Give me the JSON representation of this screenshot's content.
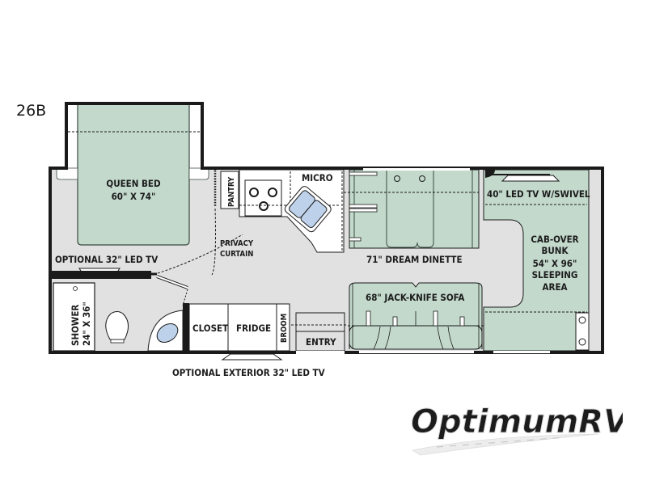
{
  "model": "26B",
  "colors": {
    "wall": "#1a1a1a",
    "floor": "#e1e1e1",
    "furniture": "#c3d9cc",
    "furniture_stroke": "#3a4a40",
    "fixture": "#ffffff",
    "sink": "#bdd1ea",
    "watermark": "#e9e9e9"
  },
  "labels": {
    "queen_bed": "QUEEN BED",
    "queen_bed_size": "60\" X 74\"",
    "optional_tv": "OPTIONAL 32\" LED TV",
    "pantry": "PANTRY",
    "micro": "MICRO",
    "privacy_curtain_1": "PRIVACY",
    "privacy_curtain_2": "CURTAIN",
    "dinette": "71\" DREAM DINETTE",
    "tv_swivel": "40\" LED TV W/SWIVEL",
    "bunk_1": "CAB-OVER",
    "bunk_2": "BUNK",
    "bunk_3": "54\" X 96\"",
    "bunk_4": "SLEEPING",
    "bunk_5": "AREA",
    "sofa": "68\" JACK-KNIFE SOFA",
    "shower_1": "SHOWER",
    "shower_2": "24\" X 36\"",
    "closet": "CLOSET",
    "fridge": "FRIDGE",
    "broom": "BROOM",
    "entry": "ENTRY",
    "exterior_tv": "OPTIONAL EXTERIOR 32\" LED TV"
  },
  "watermark": "OptimumRV"
}
